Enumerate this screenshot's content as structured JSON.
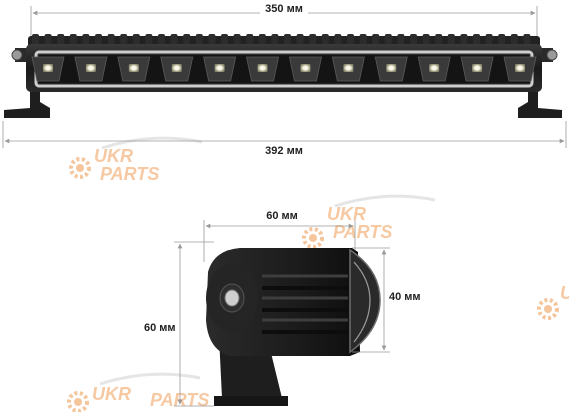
{
  "dimensions": {
    "bar_lens_width": "350 мм",
    "bar_total_width": "392 мм",
    "side_depth": "60 мм",
    "side_lens_height": "40 мм",
    "side_total_height": "60 мм"
  },
  "watermark": {
    "brand_top": "UKR",
    "brand_bottom": "PARTS",
    "color": "#f5a45a"
  },
  "colors": {
    "housing": "#1c1c1c",
    "lens_frame": "#cfcfcf",
    "dimension_line": "#9a9a9a"
  },
  "product": {
    "led_count": 12
  }
}
